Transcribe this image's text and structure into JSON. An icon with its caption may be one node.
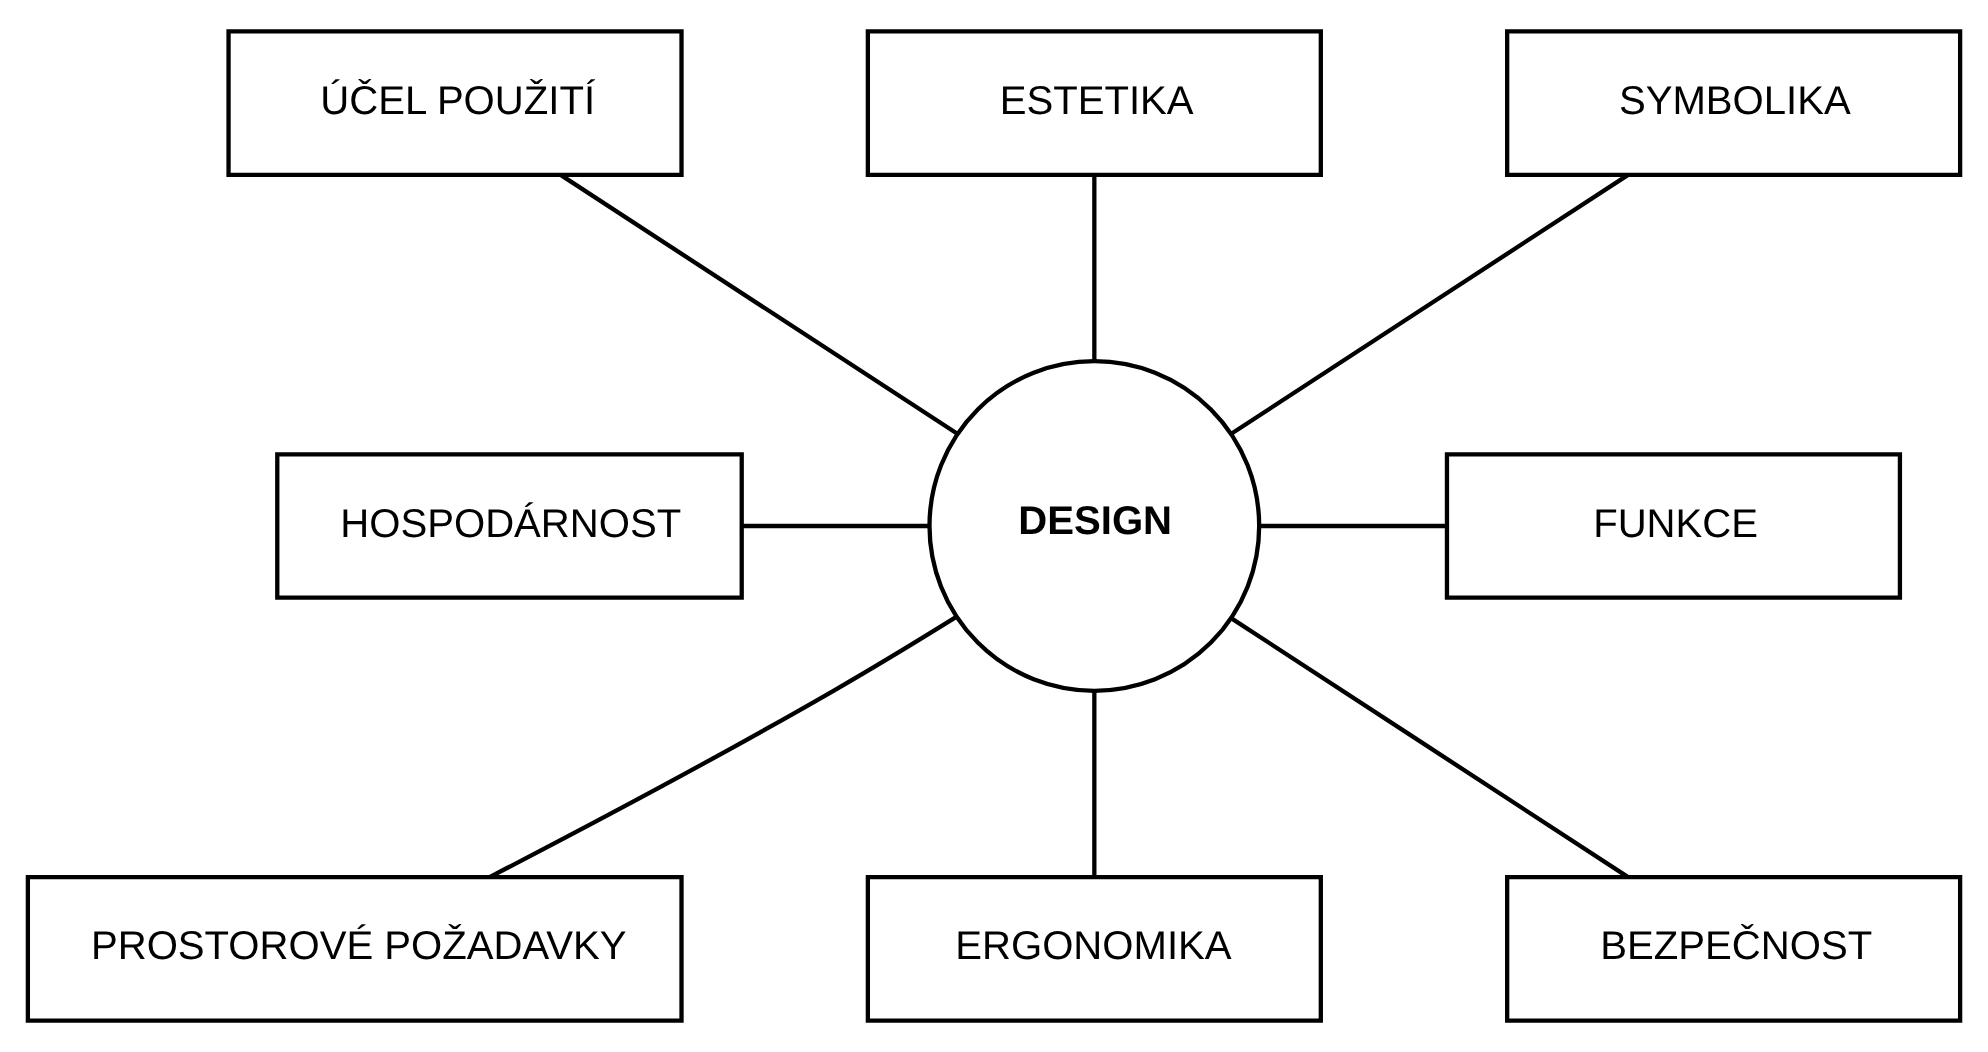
{
  "diagram": {
    "nodes": [
      {
        "text": [
          "ÚČEL POUŽITÍ"
        ]
      },
      {
        "text": [
          "ESTETIKA"
        ]
      },
      {
        "text": [
          "SYMBOLIKA"
        ]
      },
      {
        "text": [
          "HOSPODÁRNOST"
        ]
      },
      {
        "text": [
          "DESIGN"
        ]
      },
      {
        "text": [
          "FUNKCE"
        ]
      },
      {
        "text": [
          "PROSTOROVÉ POŽADAVKY"
        ]
      },
      {
        "text": [
          "ERGONOMIKA"
        ]
      },
      {
        "text": [
          "BEZPEČNOST"
        ]
      }
    ],
    "edges": [
      {
        "from": 0,
        "to": 4,
        "arrow": "none"
      },
      {
        "from": 1,
        "to": 4,
        "arrow": "none"
      },
      {
        "from": 2,
        "to": 4,
        "arrow": "none"
      },
      {
        "from": 3,
        "to": 4,
        "arrow": "none"
      },
      {
        "from": 4,
        "to": 5,
        "arrow": "none"
      },
      {
        "from": 4,
        "to": 6,
        "arrow": "none"
      },
      {
        "from": 4,
        "to": 7,
        "arrow": "none"
      },
      {
        "from": 4,
        "to": 8,
        "arrow": "none"
      }
    ]
  }
}
